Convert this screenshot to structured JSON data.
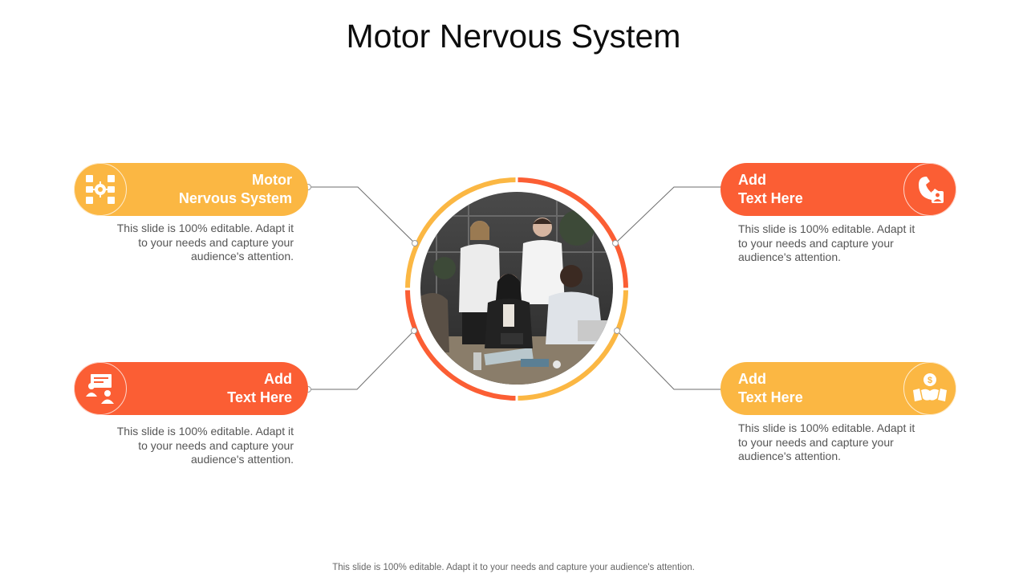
{
  "slide": {
    "title": "Motor Nervous System",
    "footer": "This slide is 100% editable. Adapt it to your needs and capture your audience's attention."
  },
  "colors": {
    "yellow": "#fbb743",
    "orange": "#fb5e34"
  },
  "items": [
    {
      "label": "Motor\nNervous System",
      "description": "This slide is 100% editable. Adapt it\nto your needs and capture your\naudience's attention.",
      "icon": "network-gear-icon",
      "color": "yellow"
    },
    {
      "label": "Add\nText Here",
      "description": "This slide is 100% editable. Adapt it\nto your needs and capture your\naudience's attention.",
      "icon": "presentation-user-icon",
      "color": "orange"
    },
    {
      "label": "Add\nText Here",
      "description": "This slide is 100% editable. Adapt it\nto your needs and capture your\naudience's attention.",
      "icon": "phone-contact-icon",
      "color": "orange"
    },
    {
      "label": "Add\nText Here",
      "description": "This slide is 100% editable. Adapt it\nto your needs and capture your\naudience's attention.",
      "icon": "handshake-dollar-icon",
      "color": "yellow"
    }
  ],
  "center_image": "team-meeting-photo"
}
